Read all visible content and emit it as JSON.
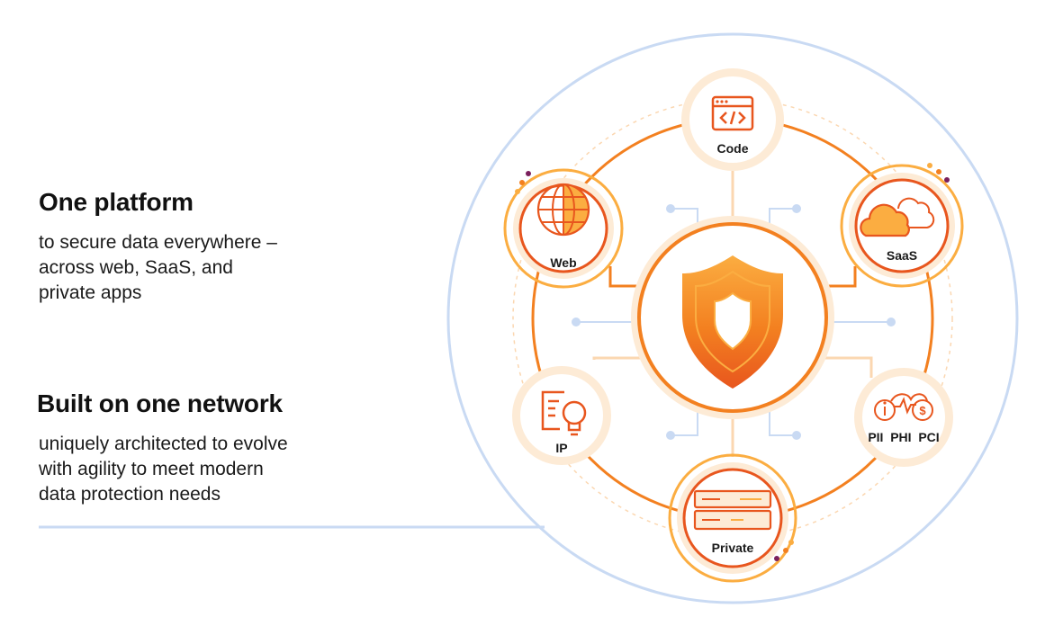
{
  "left_panel": {
    "section1": {
      "title": "One platform",
      "description": "to secure data everywhere –\nacross web, SaaS, and\nprivate apps"
    },
    "section2": {
      "title": "Built on one network",
      "description": "uniquely architected to evolve\nwith agility to meet modern\ndata protection needs"
    }
  },
  "diagram": {
    "center_icon": "shield-icon",
    "nodes": [
      {
        "id": "code",
        "label": "Code",
        "icon": "code-window-icon"
      },
      {
        "id": "web",
        "label": "Web",
        "icon": "globe-icon"
      },
      {
        "id": "saas",
        "label": "SaaS",
        "icon": "cloud-icon"
      },
      {
        "id": "ip",
        "label": "IP",
        "icon": "document-lightbulb-icon"
      },
      {
        "id": "compliance",
        "label": "PII  PHI  PCI",
        "icon": "compliance-icon"
      },
      {
        "id": "private",
        "label": "Private",
        "icon": "server-icon"
      }
    ]
  },
  "colors": {
    "orange": "#F38020",
    "deep_orange": "#E8561E",
    "light_orange": "#FBAD41",
    "peach": "#FDEBD6",
    "light_blue": "#C9DAF3",
    "purple": "#7A1F5C"
  }
}
